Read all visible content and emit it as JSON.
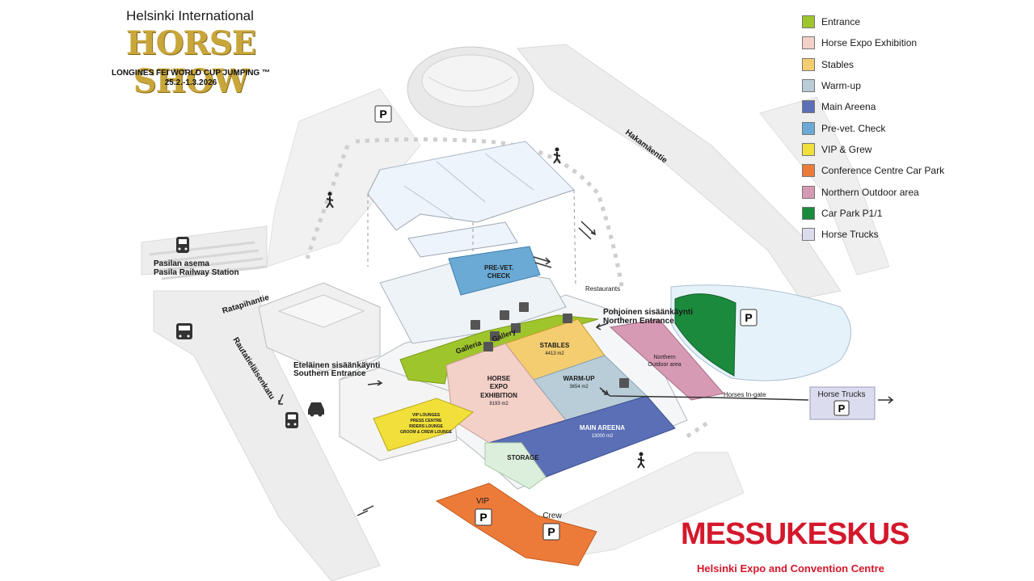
{
  "header": {
    "line1": "Helsinki International",
    "title": "HORSE SHOW",
    "line3": "LONGINES FEI WORLD CUP JUMPING ™",
    "dates": "25.2.-1.3.2026"
  },
  "legend": [
    {
      "label": "Entrance",
      "color": "#9fc52c"
    },
    {
      "label": "Horse Expo Exhibition",
      "color": "#f3d0c8"
    },
    {
      "label": "Stables",
      "color": "#f3cd70"
    },
    {
      "label": "Warm-up",
      "color": "#b9cdd8"
    },
    {
      "label": "Main Areena",
      "color": "#5b6fb6"
    },
    {
      "label": "Pre-vet. Check",
      "color": "#6aaad4"
    },
    {
      "label": "VIP & Grew",
      "color": "#f2e03a"
    },
    {
      "label": "Conference Centre Car Park",
      "color": "#ec7b3a"
    },
    {
      "label": "Northern Outdoor area",
      "color": "#d79ab4"
    },
    {
      "label": "Car Park P1/1",
      "color": "#1b8a3c"
    },
    {
      "label": "Horse Trucks",
      "color": "#dcdcef"
    }
  ],
  "map": {
    "station_fi": "Pasilan asema",
    "station_en": "Pasila Railway Station",
    "street_ratapihantie": "Ratapihantie",
    "street_rautatielaisenkatu": "Rautatieläisenkatu",
    "street_hakamaentie": "Hakamäentie",
    "southern_entrance_fi": "Eteläinen sisäänkäynti",
    "southern_entrance_en": "Southern Entrance",
    "northern_entrance_fi": "Pohjoinen sisäänkäynti",
    "northern_entrance_en": "Northern Entrance",
    "prevet_1": "PRE-VET.",
    "prevet_2": "CHECK",
    "restaurants": "Restaurants",
    "galleria": "Galleria",
    "gallery": "Gallery",
    "stables": "STABLES",
    "stables_area": "4413 m2",
    "expo_1": "HORSE",
    "expo_2": "EXPO",
    "expo_3": "EXHIBITION",
    "expo_area": "8193 m2",
    "warmup": "WARM-UP",
    "warmup_area": "3654 m2",
    "main": "MAIN AREENA",
    "main_area": "13000 m2",
    "storage": "STORAGE",
    "vip_lines": [
      "VIP LOUNGES",
      "PRESS CENTRE",
      "RIDERS LOUNGE",
      "GROOM & CREW LOUNGE"
    ],
    "northern_outdoor_1": "Northern",
    "northern_outdoor_2": "Outdoor area",
    "horses_ingate": "Horses In-gate",
    "horse_trucks": "Horse Trucks",
    "vip_parking": "VIP",
    "crew_parking": "Crew",
    "parking_symbol": "P"
  },
  "footer": {
    "logo": "MESSUKESKUS",
    "tagline": "Helsinki Expo and Convention Centre"
  }
}
